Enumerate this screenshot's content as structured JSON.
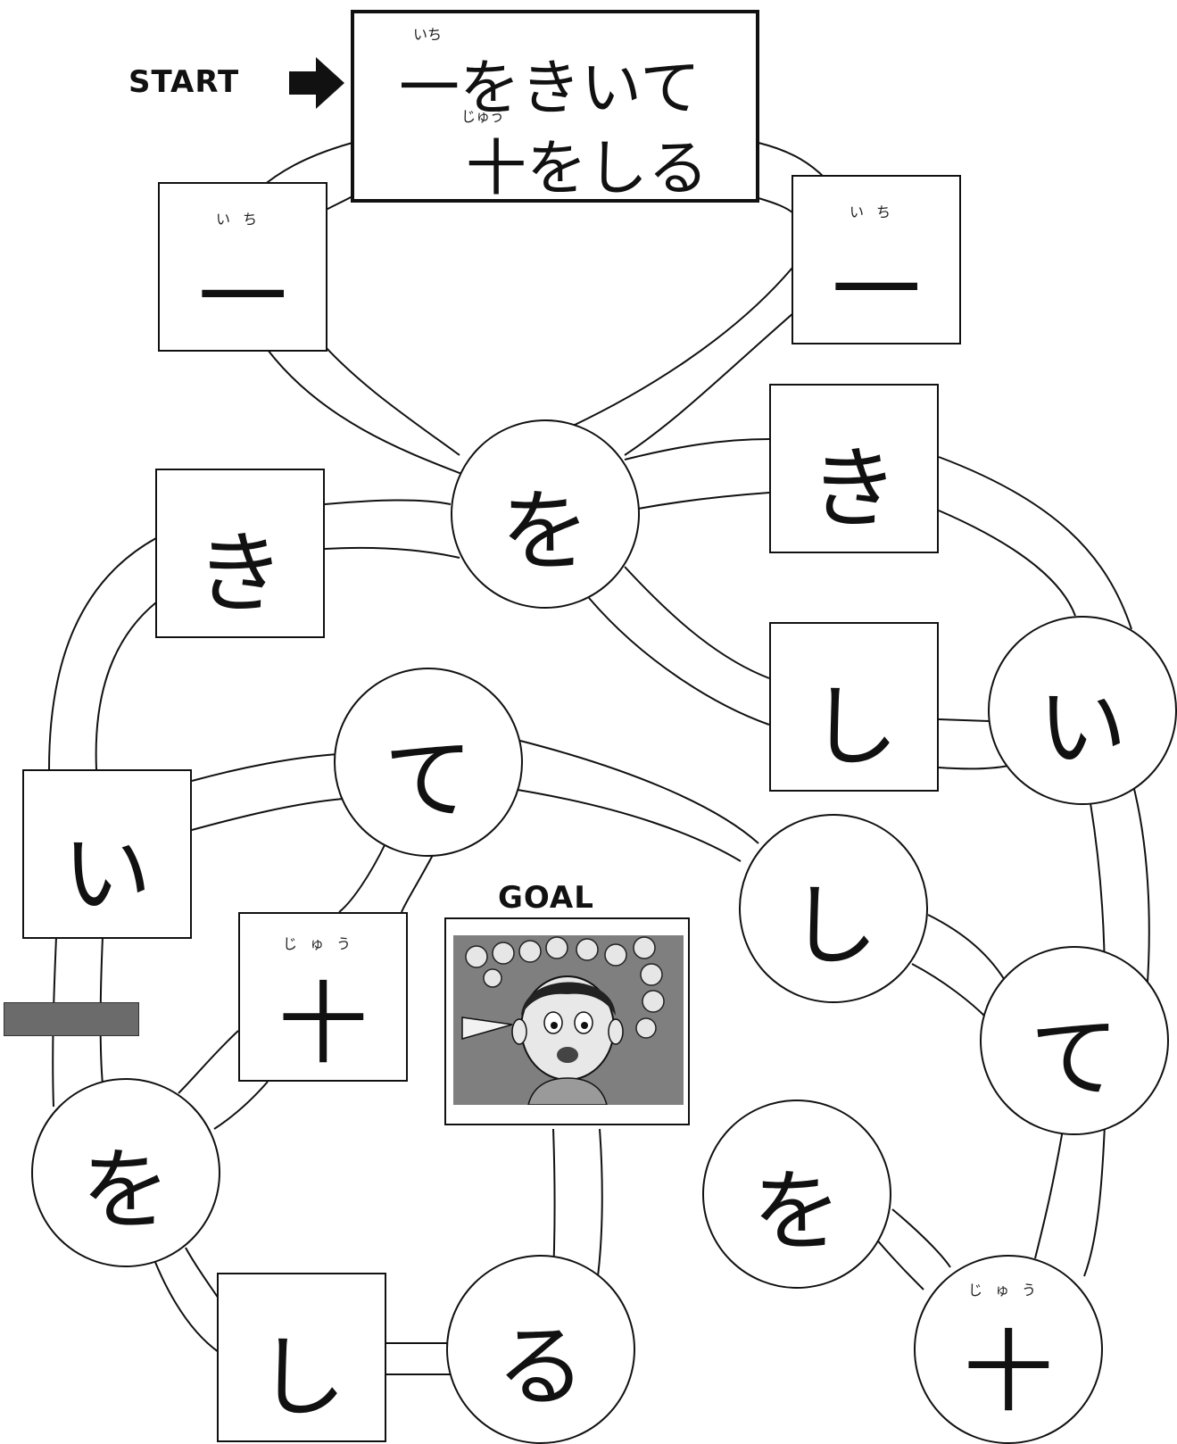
{
  "labels": {
    "start": "START",
    "goal": "GOAL"
  },
  "title": {
    "line1": "一をきいて",
    "line1_ruby": "いち",
    "line2": "十をしる",
    "line2_ruby": "じゅう"
  },
  "nodes": [
    {
      "id": "n1",
      "char": "一",
      "ruby": "いち"
    },
    {
      "id": "n2",
      "char": "一",
      "ruby": "いち"
    },
    {
      "id": "n3",
      "char": "を",
      "ruby": ""
    },
    {
      "id": "n4",
      "char": "き",
      "ruby": ""
    },
    {
      "id": "n5",
      "char": "き",
      "ruby": ""
    },
    {
      "id": "n6",
      "char": "し",
      "ruby": ""
    },
    {
      "id": "n7",
      "char": "い",
      "ruby": ""
    },
    {
      "id": "n8",
      "char": "て",
      "ruby": ""
    },
    {
      "id": "n9",
      "char": "い",
      "ruby": ""
    },
    {
      "id": "n10",
      "char": "し",
      "ruby": ""
    },
    {
      "id": "n11",
      "char": "十",
      "ruby": "じゅう"
    },
    {
      "id": "n12",
      "char": "て",
      "ruby": ""
    },
    {
      "id": "n13",
      "char": "を",
      "ruby": ""
    },
    {
      "id": "n14",
      "char": "を",
      "ruby": ""
    },
    {
      "id": "n15",
      "char": "し",
      "ruby": ""
    },
    {
      "id": "n16",
      "char": "る",
      "ruby": ""
    },
    {
      "id": "n17",
      "char": "十",
      "ruby": "じゅう"
    }
  ],
  "colors": {
    "line": "#111111",
    "gate": "#6b6b6b",
    "picture_bg": "#7f7f7f"
  },
  "icons": {
    "start_arrow": "right-arrow-icon",
    "goal_picture": "boy-thinking-illustration"
  }
}
